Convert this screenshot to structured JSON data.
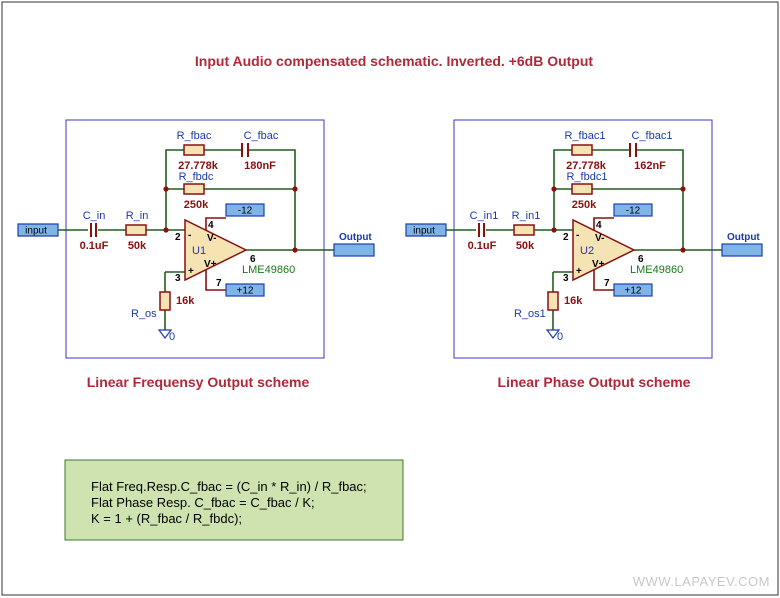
{
  "title": "Input Audio compensated schematic. Inverted. +6dB Output",
  "colors": {
    "border": "#333333",
    "frame": "#3a3ac8",
    "wire": "#1f5f1f",
    "component": "#8a1010",
    "port_fill": "#7fb5e6",
    "note_fill": "#cfe3b0",
    "title": "#b0283a"
  },
  "left": {
    "caption": "Linear Frequensy Output scheme",
    "input_port": "input",
    "output_label": "Output",
    "c_in": {
      "ref": "C_in",
      "value": "0.1uF"
    },
    "r_in": {
      "ref": "R_in",
      "value": "50k"
    },
    "r_fbac": {
      "ref": "R_fbac",
      "value": "27.778k"
    },
    "c_fbac": {
      "ref": "C_fbac",
      "value": "180nF"
    },
    "r_fbdc": {
      "ref": "R_fbdc",
      "value": "250k"
    },
    "r_os": {
      "ref": "R_os",
      "value": "16k"
    },
    "opamp": {
      "ref": "U1",
      "part": "LME49860",
      "minus": "-",
      "plus": "+",
      "vminus": "V-",
      "vplus": "V+"
    },
    "pins": {
      "inv": "2",
      "noninv": "3",
      "vneg": "4",
      "out": "6",
      "vpos": "7"
    },
    "neg_rail": "-12",
    "pos_rail": "+12",
    "ground": "0"
  },
  "right": {
    "caption": "Linear Phase Output  scheme",
    "input_port": "input",
    "output_label": "Output",
    "c_in": {
      "ref": "C_in1",
      "value": "0.1uF"
    },
    "r_in": {
      "ref": "R_in1",
      "value": "50k"
    },
    "r_fbac": {
      "ref": "R_fbac1",
      "value": "27.778k"
    },
    "c_fbac": {
      "ref": "C_fbac1",
      "value": "162nF"
    },
    "r_fbdc": {
      "ref": "R_fbdc1",
      "value": "250k"
    },
    "r_os": {
      "ref": "R_os1",
      "value": "16k"
    },
    "opamp": {
      "ref": "U2",
      "part": "LME49860",
      "minus": "-",
      "plus": "+",
      "vminus": "V-",
      "vplus": "V+"
    },
    "pins": {
      "inv": "2",
      "noninv": "3",
      "vneg": "4",
      "out": "6",
      "vpos": "7"
    },
    "neg_rail": "-12",
    "pos_rail": "+12",
    "ground": "0"
  },
  "formulas": [
    "Flat Freq.Resp.C_fbac = (C_in * R_in) / R_fbac;",
    "Flat Phase Resp. C_fbac = C_fbac / K;",
    "K = 1 + (R_fbac / R_fbdc);"
  ],
  "watermark": "WWW.LAPAYEV.COM"
}
